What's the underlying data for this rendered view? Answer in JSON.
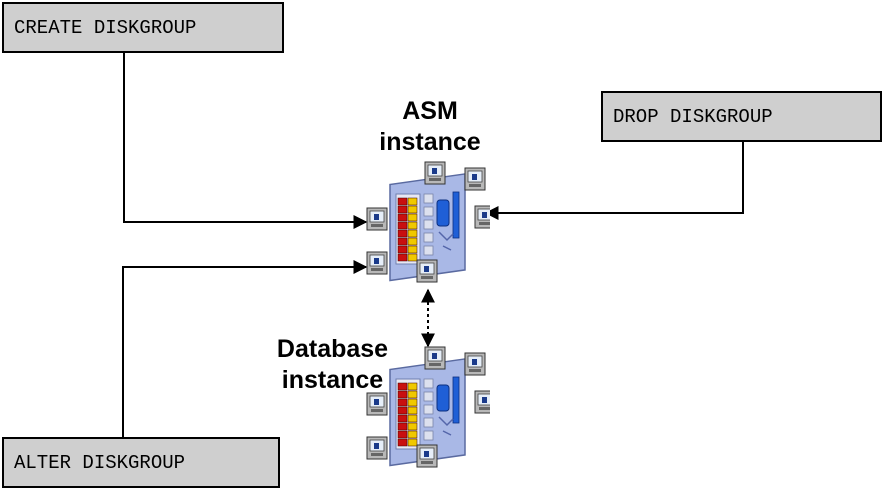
{
  "commands": {
    "create": "CREATE DISKGROUP",
    "drop": "DROP DISKGROUP",
    "alter": "ALTER DISKGROUP"
  },
  "instances": {
    "asm": {
      "line1": "ASM",
      "line2": "instance",
      "icon": "server-cluster-icon"
    },
    "database": {
      "line1": "Database",
      "line2": "instance",
      "icon": "server-cluster-icon"
    }
  },
  "colors": {
    "box_fill": "#cfcfcf",
    "panel": "#a9b8e6",
    "accent_blue": "#1f5fd6",
    "brick_red": "#c91010",
    "brick_yellow": "#f0c800",
    "brick_green": "#1a8a1a"
  }
}
